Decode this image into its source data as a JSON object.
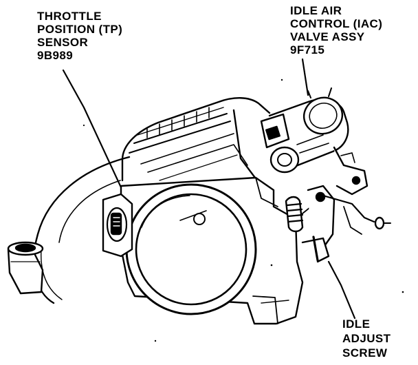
{
  "labels": {
    "tp_sensor": [
      "THROTTLE",
      "POSITION (TP)",
      "SENSOR",
      "9B989"
    ],
    "iac_valve": [
      "IDLE AIR",
      "CONTROL (IAC)",
      "VALVE ASSY",
      "9F715"
    ],
    "idle_screw": [
      "IDLE",
      "ADJUST",
      "SCREW"
    ]
  },
  "colors": {
    "ink": "#000000",
    "paper": "#ffffff"
  }
}
